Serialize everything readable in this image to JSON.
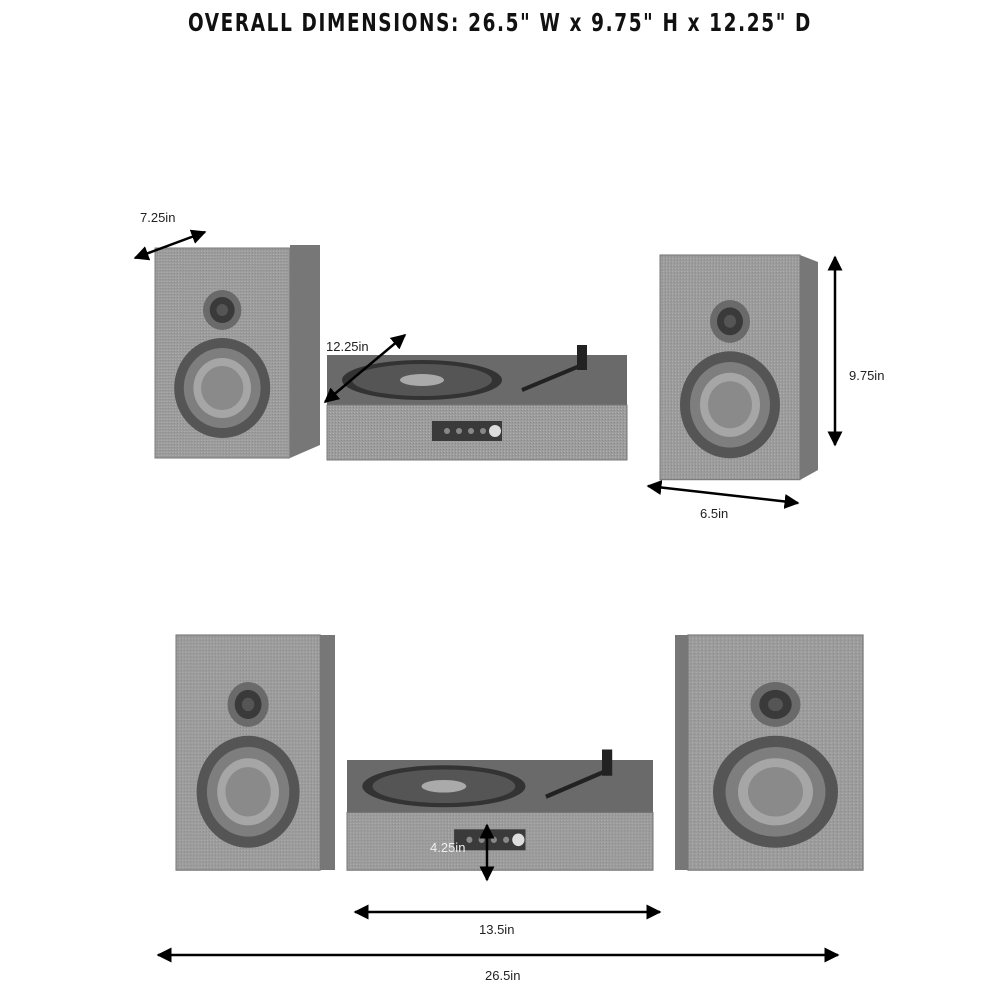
{
  "title": "OVERALL DIMENSIONS: 26.5\" W x 9.75\" H x 12.25\" D",
  "top_view": {
    "speaker_depth_label": "7.25in",
    "turntable_depth_label": "12.25in",
    "speaker_height_label": "9.75in",
    "speaker_width_label": "6.5in"
  },
  "front_view": {
    "turntable_height_label": "4.25in",
    "turntable_width_label": "13.5in",
    "overall_width_label": "26.5in"
  },
  "colors": {
    "fabric": "#9a9a9a",
    "wood": "#6f6f6f",
    "cone": "#5a5a5a",
    "arrow": "#000000"
  }
}
